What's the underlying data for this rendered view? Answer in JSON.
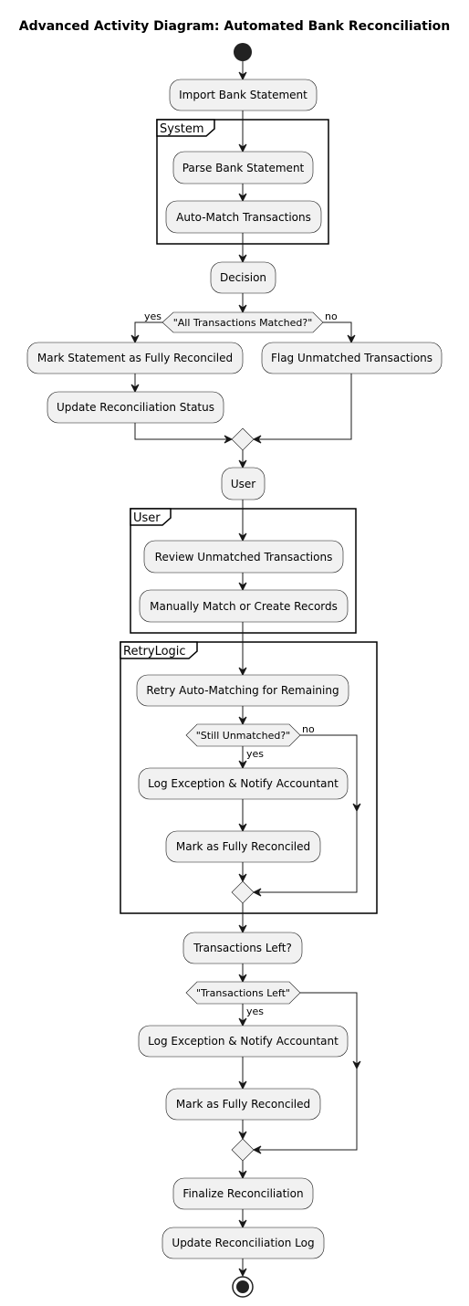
{
  "title": "Advanced Activity Diagram: Automated Bank Reconciliation",
  "frames": {
    "system": "System",
    "user": "User",
    "retry": "RetryLogic"
  },
  "activities": {
    "import": "Import Bank Statement",
    "parse": "Parse Bank Statement",
    "automatch": "Auto-Match Transactions",
    "decision": "Decision",
    "mark_full": "Mark Statement as Fully Reconciled",
    "update_status": "Update Reconciliation Status",
    "flag": "Flag Unmatched Transactions",
    "user": "User",
    "review": "Review Unmatched Transactions",
    "manual": "Manually Match or Create Records",
    "retry": "Retry Auto-Matching for Remaining",
    "log1": "Log Exception & Notify Accountant",
    "mark1": "Mark as Fully Reconciled",
    "left_q": "Transactions Left?",
    "log2": "Log Exception & Notify Accountant",
    "mark2": "Mark as Fully Reconciled",
    "finalize": "Finalize Reconciliation",
    "update_log": "Update Reconciliation Log"
  },
  "conditions": {
    "all_matched": "\"All Transactions Matched?\"",
    "still_unmatched": "\"Still Unmatched?\"",
    "transactions_left": "\"Transactions Left\""
  },
  "branches": {
    "yes1": "yes",
    "no1": "no",
    "yes2": "yes",
    "no2": "no",
    "yes3": "yes"
  }
}
